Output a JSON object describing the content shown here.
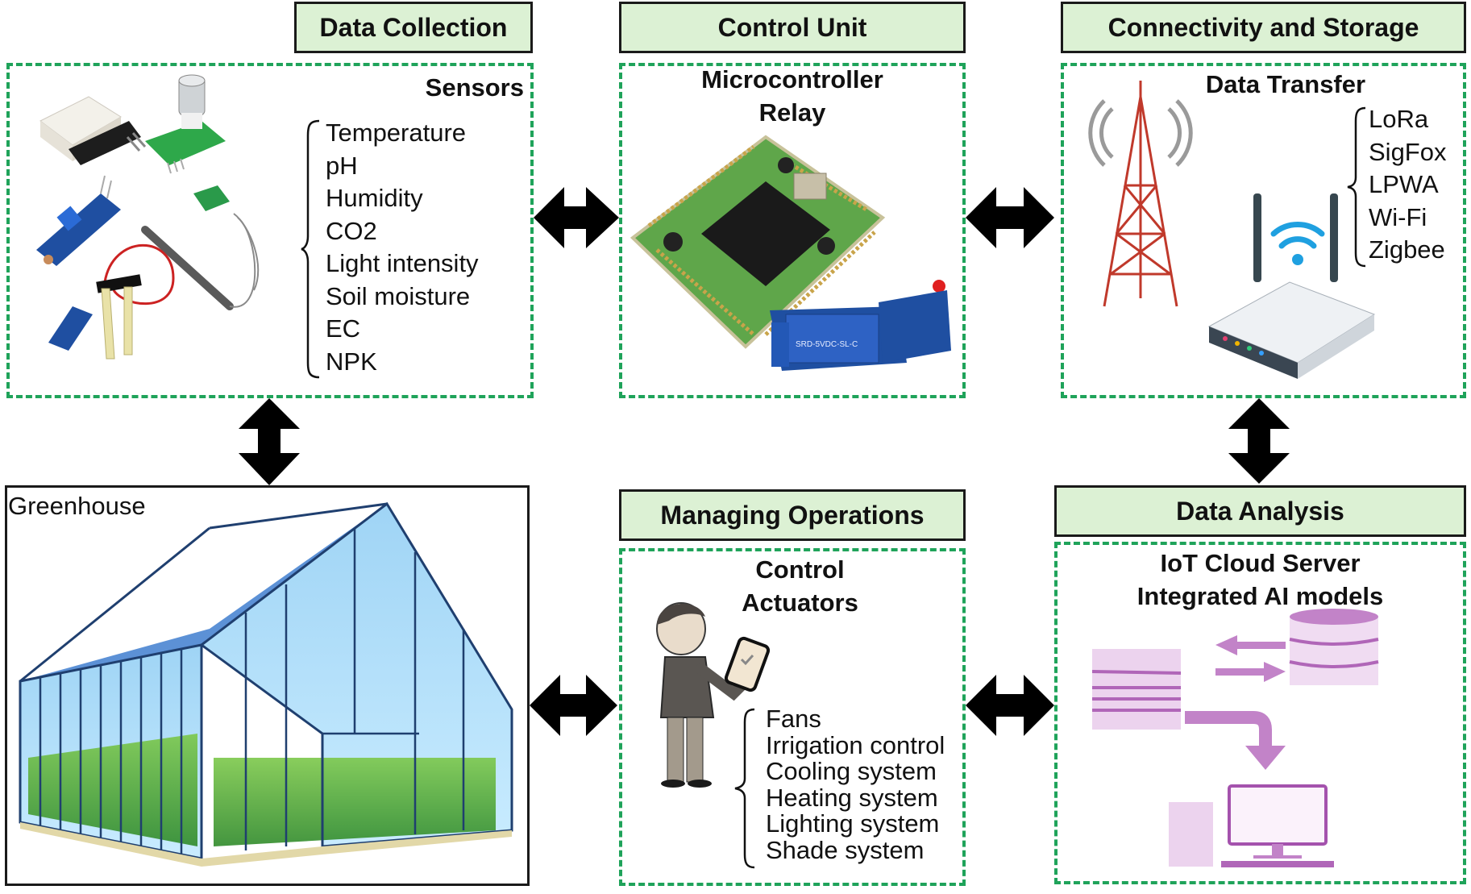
{
  "sections": {
    "data_collection": {
      "header": "Data Collection",
      "subtitle": "Sensors",
      "items": [
        "Temperature",
        "pH",
        "Humidity",
        "CO2",
        "Light intensity",
        "Soil moisture",
        "EC",
        "NPK"
      ]
    },
    "control_unit": {
      "header": "Control Unit",
      "subtitle_lines": [
        "Microcontroller",
        "Relay"
      ],
      "relay_label": "SRD-5VDC-SL-C"
    },
    "connectivity": {
      "header": "Connectivity and Storage",
      "subtitle": "Data Transfer",
      "items": [
        "LoRa",
        "SigFox",
        "LPWA",
        "Wi-Fi",
        "Zigbee"
      ]
    },
    "greenhouse": {
      "label": "Greenhouse"
    },
    "managing_operations": {
      "header": "Managing Operations",
      "subtitle_lines": [
        "Control",
        "Actuators"
      ],
      "items": [
        "Fans",
        "Irrigation control",
        "Cooling system",
        "Heating system",
        "Lighting system",
        "Shade system"
      ]
    },
    "data_analysis": {
      "header": "Data Analysis",
      "subtitle_lines": [
        "IoT Cloud Server",
        "Integrated AI models"
      ]
    }
  },
  "connections": [
    {
      "from": "data_collection",
      "to": "control_unit",
      "direction": "bidirectional"
    },
    {
      "from": "control_unit",
      "to": "connectivity",
      "direction": "bidirectional"
    },
    {
      "from": "data_collection",
      "to": "greenhouse",
      "direction": "bidirectional"
    },
    {
      "from": "connectivity",
      "to": "data_analysis",
      "direction": "bidirectional"
    },
    {
      "from": "greenhouse",
      "to": "managing_operations",
      "direction": "bidirectional"
    },
    {
      "from": "managing_operations",
      "to": "data_analysis",
      "direction": "bidirectional"
    }
  ],
  "colors": {
    "header_fill": "#dcf1d4",
    "dashed_border": "#1fa35a",
    "arrow": "#000000",
    "cloud_purple": "#b066b8"
  }
}
